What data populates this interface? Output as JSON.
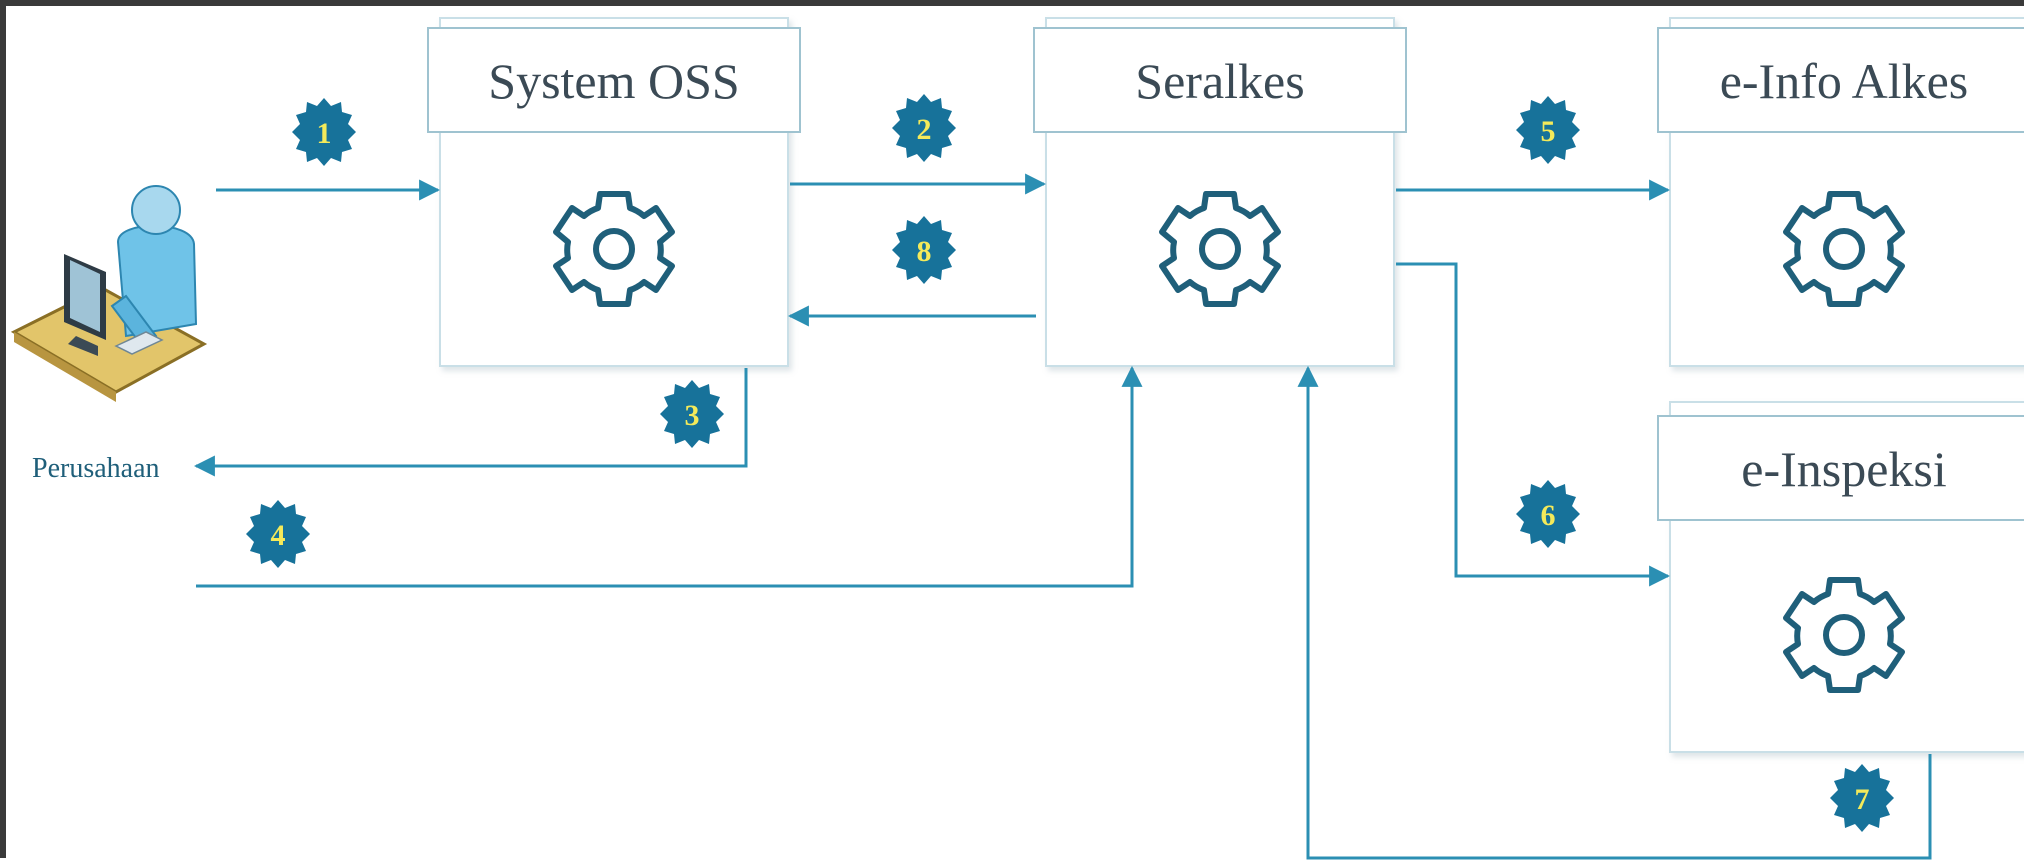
{
  "diagram": {
    "actor": {
      "label": "Perusahaan",
      "icon": "user-at-computer-icon"
    },
    "systems": [
      {
        "id": "oss",
        "title": "System OSS",
        "icon": "gear-icon"
      },
      {
        "id": "seralkes",
        "title": "Seralkes",
        "icon": "gear-icon"
      },
      {
        "id": "einfo",
        "title": "e-Info Alkes",
        "icon": "gear-icon"
      },
      {
        "id": "einspeksi",
        "title": "e-Inspeksi",
        "icon": "gear-icon"
      }
    ],
    "steps": [
      {
        "label": "1",
        "from": "actor",
        "to": "oss"
      },
      {
        "label": "2",
        "from": "oss",
        "to": "seralkes"
      },
      {
        "label": "3",
        "from": "oss",
        "to": "actor"
      },
      {
        "label": "4",
        "from": "actor",
        "to": "seralkes"
      },
      {
        "label": "5",
        "from": "seralkes",
        "to": "einfo"
      },
      {
        "label": "6",
        "from": "seralkes",
        "to": "einspeksi"
      },
      {
        "label": "7",
        "from": "einspeksi",
        "to": "seralkes"
      },
      {
        "label": "8",
        "from": "seralkes",
        "to": "oss"
      }
    ],
    "colors": {
      "arrow": "#2b8fb3",
      "gear": "#1f5f7a",
      "badge": "#17729a",
      "badge_text": "#f4ea5a",
      "card_border": "#b7d6e1",
      "title_text": "#3b4a55",
      "frame": "#3a3a3a"
    }
  }
}
